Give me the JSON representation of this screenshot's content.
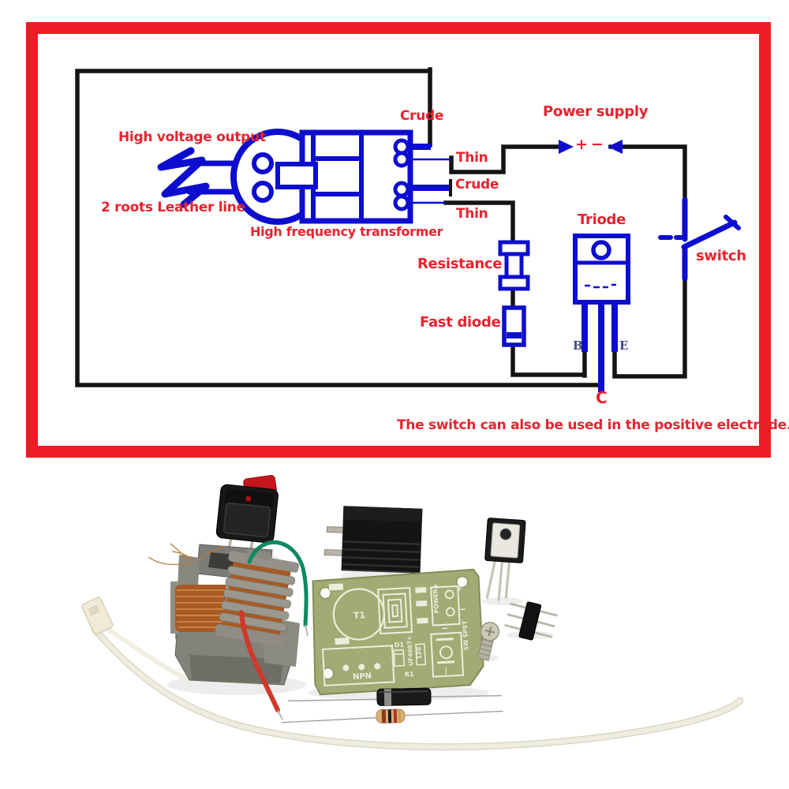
{
  "diagram": {
    "labels": {
      "high_voltage_output": "High voltage output",
      "two_roots_leather_line": "2 roots Leather line",
      "high_frequency_transformer": "High frequency transformer",
      "crude_top": "Crude",
      "thin_top": "Thin",
      "crude_mid": "Crude",
      "thin_mid": "Thin",
      "power_supply": "Power supply",
      "plus": "+",
      "minus": "−",
      "triode": "Triode",
      "switch": "switch",
      "resistance": "Resistance",
      "fast_diode": "Fast diode",
      "pin_b": "B",
      "pin_e": "E",
      "pin_c": "C",
      "footnote": "The switch can also be used in the positive electrode."
    },
    "colors": {
      "border_red": "#ee1c25",
      "label_red": "#e8232f",
      "wire_blue": "#0d0dd0",
      "wire_black": "#141414",
      "pin_label_navy": "#3f4c82"
    }
  },
  "photo": {
    "pcb": {
      "t1": "T1",
      "npn": "NPN",
      "d1": "D1",
      "diode_model": "UF4007+",
      "resistor_code": "120",
      "r1": "R1",
      "power": "POWER",
      "switch_footprint": "SW SPST",
      "plus": "+",
      "minus": "−"
    },
    "colors": {
      "board_green": "#a2ab74",
      "silkscreen": "#eceedd",
      "copper": "#a85a24",
      "core_gray": "#83837b",
      "wire_green": "#0e8a60",
      "wire_red": "#d2372b",
      "cable_tie": "#efece0"
    }
  }
}
